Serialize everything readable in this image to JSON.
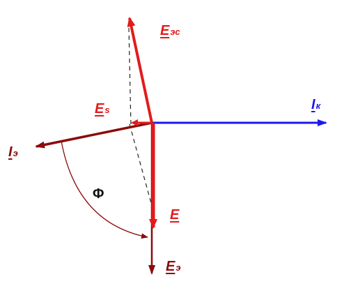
{
  "colors": {
    "red": "#e21b1b",
    "blue": "#1a1aee",
    "dark_red": "#8b0b0b",
    "phi": "#111111",
    "dashed": "#222222"
  },
  "labels": {
    "E_es": {
      "main": "E",
      "sub": "эс"
    },
    "E_s": {
      "main": "E",
      "sub": "s"
    },
    "I_k": {
      "main": "I",
      "sub": "к"
    },
    "I_e": {
      "main": "I",
      "sub": "э"
    },
    "E": {
      "main": "E",
      "sub": ""
    },
    "E_e": {
      "main": "E",
      "sub": "э"
    },
    "phi": "Φ"
  }
}
